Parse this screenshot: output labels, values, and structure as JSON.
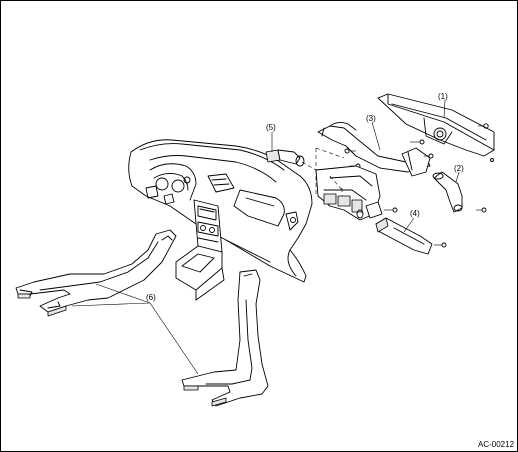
{
  "callouts": {
    "c1": "(1)",
    "c2": "(2)",
    "c3": "(3)",
    "c4": "(4)",
    "c5": "(5)",
    "c6": "(6)"
  },
  "figure_code": "AC-00212"
}
